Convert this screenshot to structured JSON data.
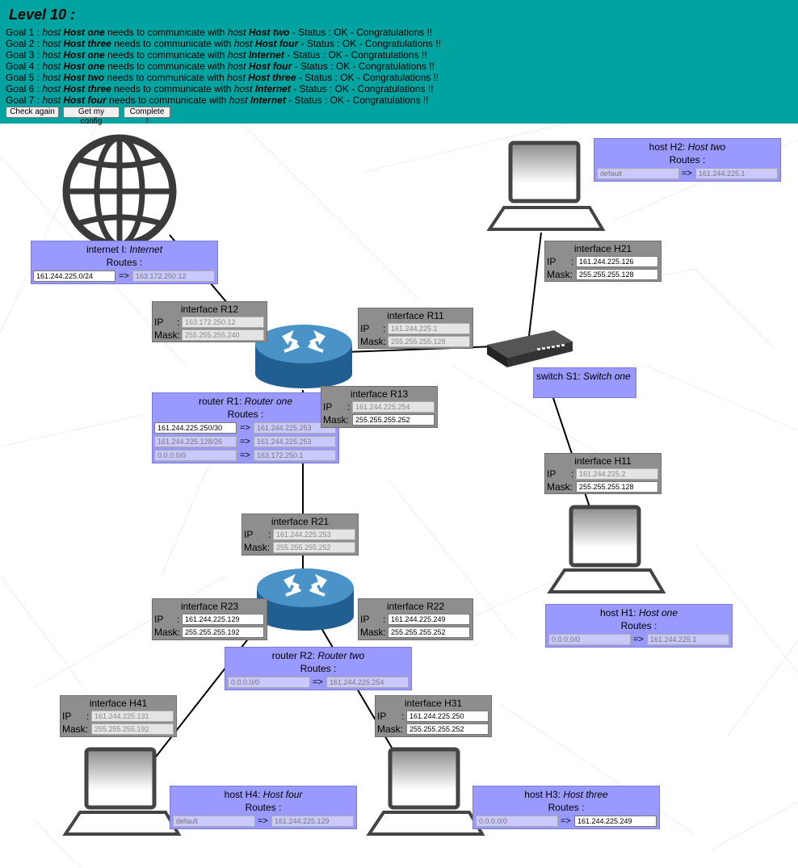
{
  "header": {
    "level_title": "Level 10 :",
    "goals": [
      {
        "prefix": "Goal 1 : ",
        "host_word1": "host",
        "host1": "Host one",
        "middle": " needs to communicate with ",
        "host_word2": "host",
        "host2": "Host two",
        "suffix": " - Status : OK - Congratulations !!"
      },
      {
        "prefix": "Goal 2 : ",
        "host_word1": "host",
        "host1": "Host three",
        "middle": " needs to communicate with ",
        "host_word2": "host",
        "host2": "Host four",
        "suffix": " - Status : OK - Congratulations !!"
      },
      {
        "prefix": "Goal 3 : ",
        "host_word1": "host",
        "host1": "Host one",
        "middle": " needs to communicate with ",
        "host_word2": "host",
        "host2": "Internet",
        "suffix": " - Status : OK - Congratulations !!"
      },
      {
        "prefix": "Goal 4 : ",
        "host_word1": "host",
        "host1": "Host one",
        "middle": " needs to communicate with ",
        "host_word2": "host",
        "host2": "Host four",
        "suffix": " - Status : OK - Congratulations !!"
      },
      {
        "prefix": "Goal 5 : ",
        "host_word1": "host",
        "host1": "Host two",
        "middle": " needs to communicate with ",
        "host_word2": "host",
        "host2": "Host three",
        "suffix": " - Status : OK - Congratulations !!"
      },
      {
        "prefix": "Goal 6 : ",
        "host_word1": "host",
        "host1": "Host three",
        "middle": " needs to communicate with ",
        "host_word2": "host",
        "host2": "Internet",
        "suffix": " - Status : OK - Congratulations !!"
      },
      {
        "prefix": "Goal 7 : ",
        "host_word1": "host",
        "host1": "Host four",
        "middle": " needs to communicate with ",
        "host_word2": "host",
        "host2": "Internet",
        "suffix": " - Status : OK - Congratulations !!"
      }
    ],
    "buttons": {
      "check": "Check again",
      "config": "Get my config",
      "complete": "Complete !"
    }
  },
  "common": {
    "routes_label": "Routes :",
    "ip_label": "IP",
    "colon": ":",
    "mask_label": "Mask:",
    "arrow": "=>"
  },
  "internet": {
    "title": "internet I: ",
    "name": "Internet",
    "routes": [
      {
        "dest": "161.244.225.0/24",
        "gw": "163.172.250.12"
      }
    ]
  },
  "router_r1": {
    "title": "router R1: ",
    "name": "Router one",
    "routes": [
      {
        "dest": "161.244.225.250/30",
        "gw": "161.244.225.253"
      },
      {
        "dest": "161.244.225.128/26",
        "gw": "161.244.225.253"
      },
      {
        "dest": "0.0.0.0/0",
        "gw": "163.172.250.1"
      }
    ]
  },
  "router_r2": {
    "title": "router R2: ",
    "name": "Router two",
    "routes": [
      {
        "dest": "0.0.0.0/0",
        "gw": "161.244.225.254"
      }
    ]
  },
  "switch_s1": {
    "title": "switch S1: ",
    "name": "Switch one"
  },
  "host_h1": {
    "title": "host H1: ",
    "name": "Host one",
    "routes": [
      {
        "dest": "0.0.0.0/0",
        "gw": "161.244.225.1"
      }
    ]
  },
  "host_h2": {
    "title": "host H2: ",
    "name": "Host two",
    "routes": [
      {
        "dest": "default",
        "gw": "161.244.225.1"
      }
    ]
  },
  "host_h3": {
    "title": "host H3: ",
    "name": "Host three",
    "routes": [
      {
        "dest": "0.0.0.0/0",
        "gw": "161.244.225.249"
      }
    ]
  },
  "host_h4": {
    "title": "host H4: ",
    "name": "Host four",
    "routes": [
      {
        "dest": "default",
        "gw": "161.244.225.129"
      }
    ]
  },
  "interfaces": {
    "r12": {
      "title": "interface R12",
      "ip": "163.172.250.12",
      "mask": "255.255.255.240"
    },
    "r11": {
      "title": "interface R11",
      "ip": "161.244.225.1",
      "mask": "255.255.255.128"
    },
    "r13": {
      "title": "interface R13",
      "ip": "161.244.225.254",
      "mask": "255.255.255.252"
    },
    "r21": {
      "title": "interface R21",
      "ip": "161.244.225.253",
      "mask": "255.255.255.252"
    },
    "r23": {
      "title": "interface R23",
      "ip": "161.244.225.129",
      "mask": "255.255.255.192"
    },
    "r22": {
      "title": "interface R22",
      "ip": "161.244.225.249",
      "mask": "255.255.255.252"
    },
    "h21": {
      "title": "interface H21",
      "ip": "161.244.225.126",
      "mask": "255.255.255.128"
    },
    "h11": {
      "title": "interface H11",
      "ip": "161.244.225.2",
      "mask": "255.255.255.128"
    },
    "h41": {
      "title": "interface H41",
      "ip": "161.244.225.131",
      "mask": "255.255.255.192"
    },
    "h31": {
      "title": "interface H31",
      "ip": "161.244.225.250",
      "mask": "255.255.255.252"
    }
  },
  "colors": {
    "header_bg": "#00a3a0",
    "device_box": "#9999ff",
    "interface_box": "#8e8e8e",
    "router_blue": "#2f79ad"
  }
}
